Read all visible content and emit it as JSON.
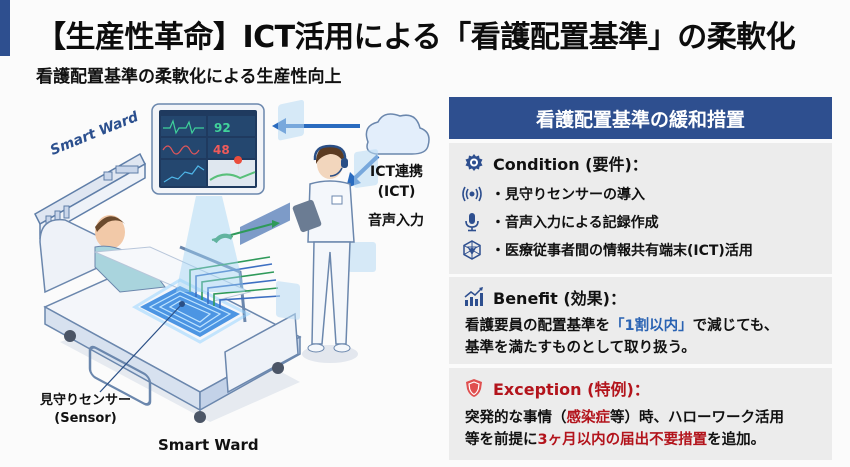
{
  "header": {
    "title": "【生産性革命】ICT活用による「看護配置基準」の柔軟化",
    "subtitle": "看護配置基準の柔軟化による生産性向上"
  },
  "illustration": {
    "ward_sign": "Smart Ward",
    "tablet_values": {
      "heart_rate": "92",
      "resp_rate": "48"
    },
    "ict_label_line1": "ICT連携",
    "ict_label_line2": "(ICT)",
    "voice_label": "音声入力",
    "sensor_label_line1": "見守りセンサー",
    "sensor_label_line2": "(Sensor)",
    "caption": "Smart Ward"
  },
  "panel": {
    "heading": "看護配置基準の緩和措置",
    "condition": {
      "icon": "gear-icon",
      "title": "Condition (要件)：",
      "items": [
        {
          "icon": "sensor-waves-icon",
          "text": "・見守りセンサーの導入"
        },
        {
          "icon": "microphone-icon",
          "text": "・音声入力による記録作成"
        },
        {
          "icon": "network-icon",
          "text": "・医療従事者間の情報共有端末(ICT)活用"
        }
      ]
    },
    "benefit": {
      "icon": "growth-chart-icon",
      "title": "Benefit (効果)：",
      "line1_pre": "看護要員の配置基準を",
      "line1_highlight": "「1割以内」",
      "line1_post": "で減じても、",
      "line2": "基準を満たすものとして取り扱う。"
    },
    "exception": {
      "icon": "shield-icon",
      "title": "Exception (特例)：",
      "line1_pre": "突発的な事情（",
      "line1_highlight": "感染症",
      "line1_post": "等）時、ハローワーク活用",
      "line2_pre": "等を前提に",
      "line2_highlight": "3ヶ月以内の届出不要措置",
      "line2_post": "を追加。"
    }
  },
  "colors": {
    "brand_blue": "#2e4f8f",
    "highlight_blue": "#2a63b3",
    "exception_red": "#b3141c",
    "card_bg": "#ececec"
  }
}
